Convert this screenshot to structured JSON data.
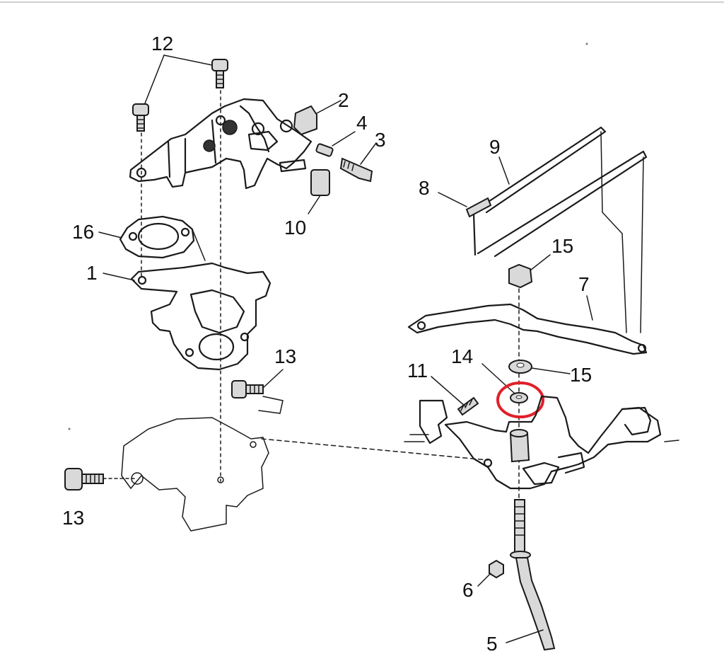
{
  "callouts": {
    "c1": "1",
    "c2": "2",
    "c3": "3",
    "c4": "4",
    "c5": "5",
    "c6": "6",
    "c7": "7",
    "c8": "8",
    "c9": "9",
    "c10": "10",
    "c11": "11",
    "c12": "12",
    "c13a": "13",
    "c13b": "13",
    "c14": "14",
    "c15a": "15",
    "c15b": "15",
    "c16": "16"
  },
  "highlight": {
    "color": "#e0202a",
    "target_part": "14"
  }
}
